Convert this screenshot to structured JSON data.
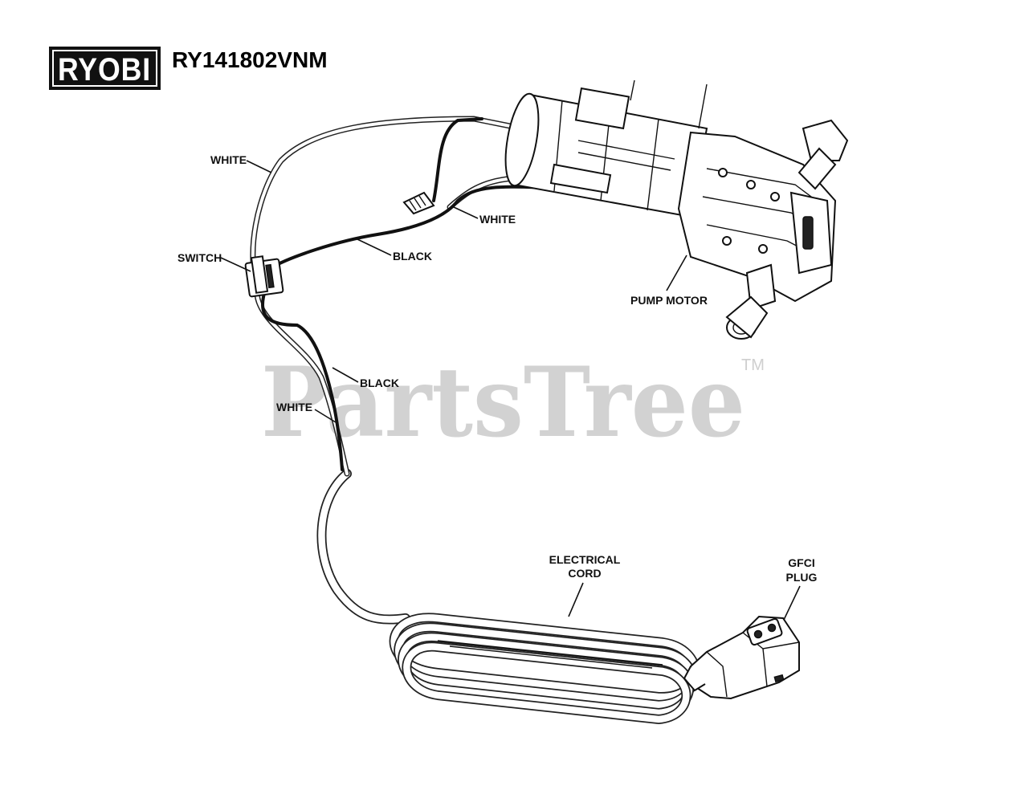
{
  "brand": {
    "logo_text": "RYOBI",
    "model": "RY141802VNM"
  },
  "watermark": {
    "text": "PartsTree",
    "trademark": "TM"
  },
  "labels": {
    "white_top": "WHITE",
    "white_mid": "WHITE",
    "switch": "SWITCH",
    "black_mid": "BLACK",
    "pump_motor": "PUMP MOTOR",
    "black_low": "BLACK",
    "white_low": "WHITE",
    "electrical_cord_line1": "ELECTRICAL",
    "electrical_cord_line2": "CORD",
    "gfci_line1": "GFCI",
    "gfci_line2": "PLUG"
  },
  "colors": {
    "ink": "#111111",
    "watermark": "#d2d2d2",
    "logo_bg": "#111111",
    "logo_text": "#ffffff"
  }
}
